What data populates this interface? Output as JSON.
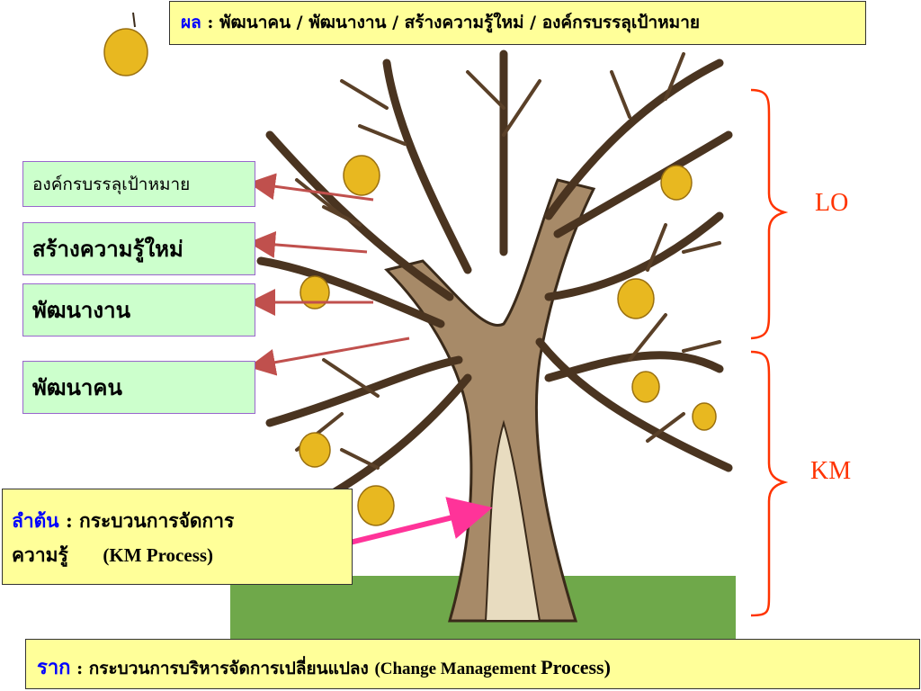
{
  "fruit_box": {
    "key": "ผล",
    "text": " : พัฒนาคน / พัฒนางาน / สร้างความรู้ใหม่ / องค์กรบรรลุเป้าหมาย"
  },
  "branch_labels": [
    "องค์กรบรรลุเป้าหมาย",
    "สร้างความรู้ใหม่",
    "พัฒนางาน",
    "พัฒนาคน"
  ],
  "trunk_box": {
    "key": "ลำต้น",
    "line1": " : กระบวนการจัดการ",
    "line2_thai": "ความรู้",
    "line2_en": "(KM Process)"
  },
  "root_box": {
    "key": "ราก",
    "text_thai": " : กระบวนการบริหารจัดการเปลี่ยนแปลง ",
    "text_en": "(Change Management ",
    "text_en2": "Process)"
  },
  "side_labels": {
    "top": "LO",
    "bottom": "KM"
  },
  "colors": {
    "accent_orange": "#ff3300",
    "key_blue": "#0000ff",
    "box_yellow": "#ffff99",
    "box_green": "#ccffcc",
    "arrow_red": "#c0504d",
    "arrow_pink": "#ff3399",
    "pear": "#e8b820",
    "trunk": "#8a6a4a",
    "ground": "#6fa84a"
  }
}
